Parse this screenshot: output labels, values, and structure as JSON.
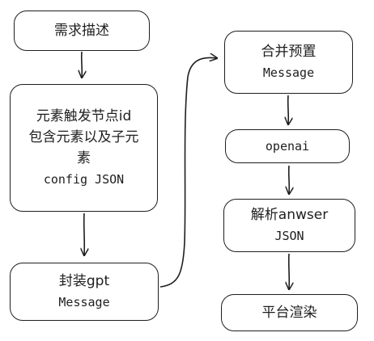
{
  "diagram": {
    "nodes": {
      "requirement": {
        "lines": [
          "需求描述"
        ]
      },
      "element_info": {
        "lines": [
          "元素触发节点id",
          "包含元素以及子元",
          "素"
        ],
        "code": "config JSON"
      },
      "wrap_gpt": {
        "lines": [
          "封装gpt"
        ],
        "code": "Message"
      },
      "merge_preset": {
        "lines": [
          "合并预置"
        ],
        "code": "Message"
      },
      "openai": {
        "code": "openai"
      },
      "parse_answer": {
        "lines": [
          "解析anwser"
        ],
        "code": "JSON"
      },
      "platform_render": {
        "lines": [
          "平台渲染"
        ]
      }
    },
    "stroke_color": "#1e1e1e",
    "background": "#ffffff"
  }
}
